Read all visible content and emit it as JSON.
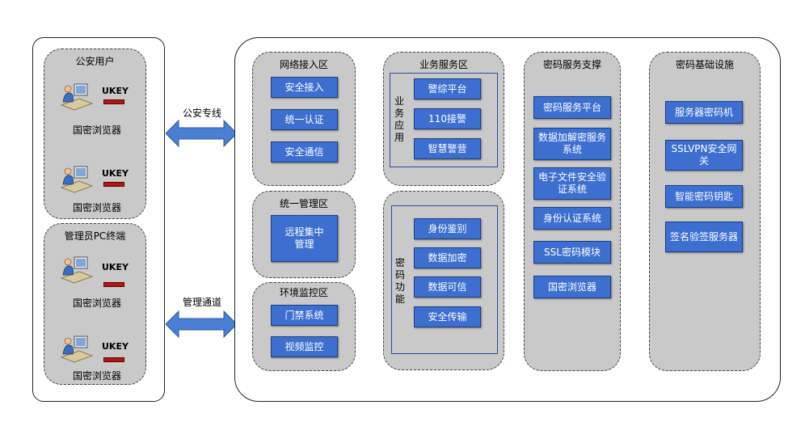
{
  "left_panel": {
    "police_users": {
      "title": "公安用户",
      "clients": [
        {
          "ukey": "UKEY",
          "browser": "国密浏览器"
        },
        {
          "ukey": "UKEY",
          "browser": "国密浏览器"
        }
      ]
    },
    "admin_terminal": {
      "title": "管理员PC终端",
      "clients": [
        {
          "ukey": "UKEY",
          "browser": "国密浏览器"
        },
        {
          "ukey": "UKEY",
          "browser": "国密浏览器"
        }
      ]
    }
  },
  "links": {
    "police_line": "公安专线",
    "management_channel": "管理通道"
  },
  "network_access": {
    "title": "网络接入区",
    "items": [
      "安全接入",
      "统一认证",
      "安全通信"
    ]
  },
  "unified_management": {
    "title": "统一管理区",
    "items": [
      "远程集中管理"
    ]
  },
  "environment_monitoring": {
    "title": "环境监控区",
    "items": [
      "门禁系统",
      "视频监控"
    ]
  },
  "business_service": {
    "title": "业务服务区",
    "group_label": "业务应用",
    "items": [
      "警综平台",
      "110接警",
      "智慧警营"
    ]
  },
  "crypto_functions": {
    "group_label": "密码功能",
    "items": [
      "身份鉴别",
      "数据加密",
      "数据可信",
      "安全传输"
    ]
  },
  "crypto_service_support": {
    "title": "密码服务支撑",
    "items": [
      "密码服务平台",
      "数据加解密服务系统",
      "电子文件安全验证系统",
      "身份认证系统",
      "SSL密码模块",
      "国密浏览器"
    ]
  },
  "crypto_infrastructure": {
    "title": "密码基础设施",
    "items": [
      "服务器密码机",
      "SSLVPN安全网关",
      "智能密码钥匙",
      "签名验签服务器"
    ]
  },
  "colors": {
    "button_fill": "#3d6fd1",
    "zone_fill": "#c9c9c9",
    "arrow": "#4a7fd4"
  }
}
